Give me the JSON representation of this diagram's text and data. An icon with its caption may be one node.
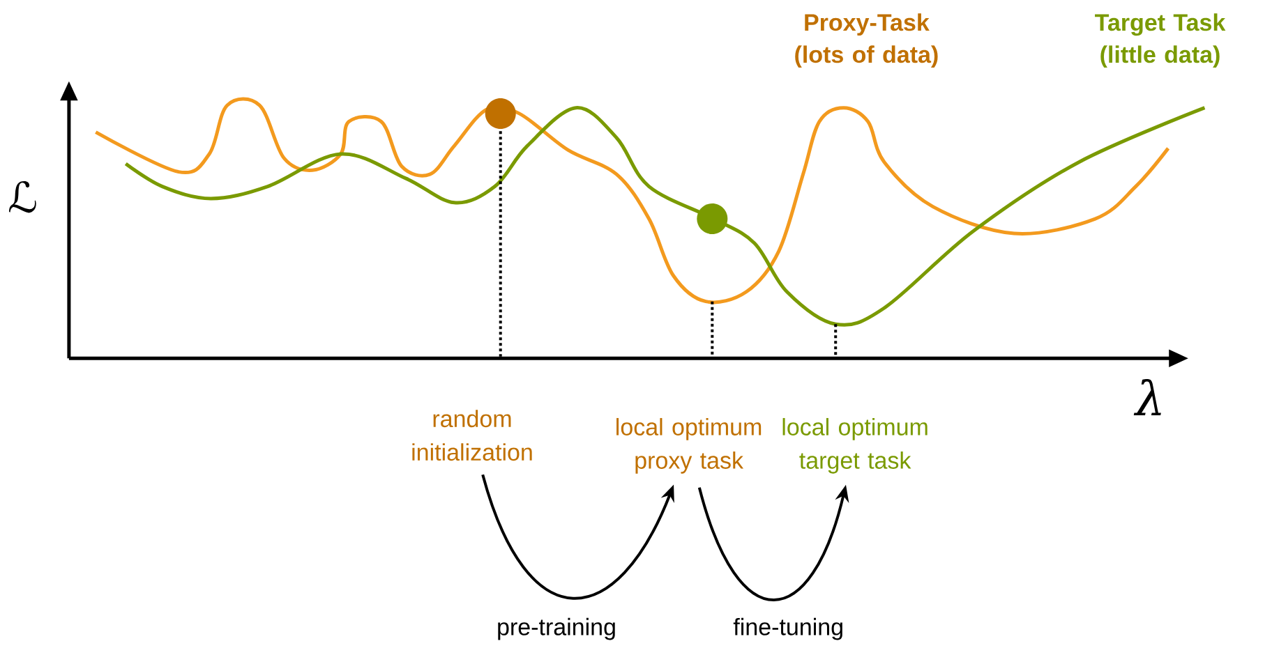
{
  "diagram": {
    "nodes": [
      {
        "text": [
          "random initialization"
        ]
      },
      {
        "text": [
          "local optimum proxy task"
        ]
      },
      {
        "text": [
          "local optimum target task"
        ]
      }
    ],
    "edges": [
      {
        "from": 0,
        "to": 1,
        "arrow": "to",
        "label": "pre-training"
      },
      {
        "from": 1,
        "to": 2,
        "arrow": "to",
        "label": "fine-tuning"
      }
    ],
    "labels": [
      "Proxy-Task (lots of data)",
      "Target Task (little data)",
      "ℒ",
      "λ"
    ]
  }
}
